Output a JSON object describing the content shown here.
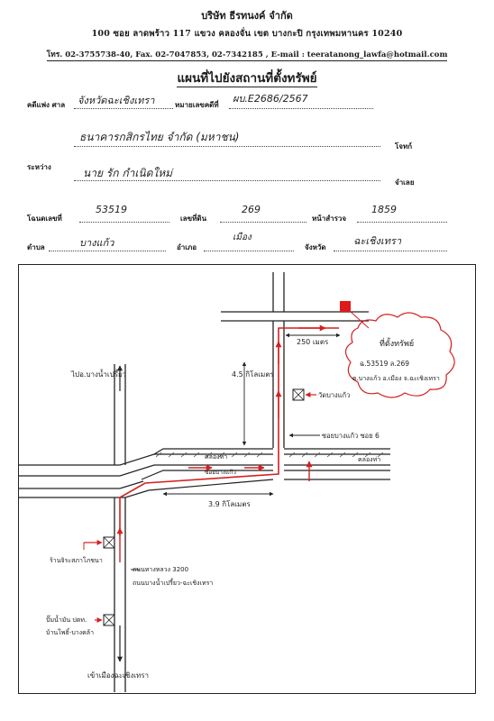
{
  "header": {
    "company": "บริษัท ธีรทนงค์ จำกัด",
    "address": "100  ซอย ลาดพร้าว 117  แขวง คลองจั่น  เขต บางกะปิ  กรุงเทพมหานคร  10240",
    "contact": "โทร. 02-3755738-40, Fax. 02-7047853, 02-7342185 , E-mail : teeratanong_lawfa@hotmail.com"
  },
  "title": "แผนที่ไปยังสถานที่ตั้งทรัพย์",
  "form": {
    "case_label": "คดีแพ่ง ศาล",
    "court": "จังหวัดฉะเชิงเทรา",
    "black_no_label": "หมายเลขคดีที่",
    "black_no": "ผบ.E2686/2567",
    "plaintiff": "ธนาคารกสิกรไทย จำกัด (มหาชน)",
    "plaintiff_label": "โจทก์",
    "between_label": "ระหว่าง",
    "defendant": "นาย  รัก  กำเนิดใหม่",
    "defendant_label": "จำเลย",
    "deed_label": "โฉนดเลขที่",
    "deed_no": "53519",
    "land_no_label": "เลขที่ดิน",
    "land_no": "269",
    "survey_label": "หน้าสำรวจ",
    "survey_no": "1859",
    "subdistrict_label": "ตำบล",
    "subdistrict": "บางแก้ว",
    "district_label": "อำเภอ",
    "district": "เมือง",
    "province_label": "จังหวัด",
    "province": "ฉะเชิงเทรา"
  },
  "map": {
    "dist_top": "250 เมตร",
    "dist_vert": "4.5 กิโลเมตร",
    "dist_bottom": "3.9 กิโลเมตร",
    "to_bangnamprieo": "ไปอ.บางน้ำเปรี้ยว",
    "to_city": "เข้าเมืองฉะเชิงเทรา",
    "temple": "วัดบางแก้ว",
    "soi": "ซอยบางแก้ว ซอย 6",
    "canal_left": "คลองท่า",
    "canal_right": "คลองท่า",
    "road_lane": "ซอยบางแก้ว",
    "shop": "ร้านจิระสภาโภชนา",
    "highway": "ถนนทางหลวง 3200",
    "highway2": "ถนนบางน้ำเปรี้ยว-ฉะเชิงเทรา",
    "gas_line1": "ปั๊มน้ำมัน ปตท.",
    "gas_line2": "บ้านโพธิ์-บางคล้า",
    "property_label": "ที่ตั้งทรัพย์",
    "property_deed": "ฉ.53519  ล.269",
    "property_loc": "ต.บางแก้ว อ.เมือง จ.ฉะเชิงเทรา",
    "route_color": "#d42020",
    "property_color": "#e01a1a"
  }
}
